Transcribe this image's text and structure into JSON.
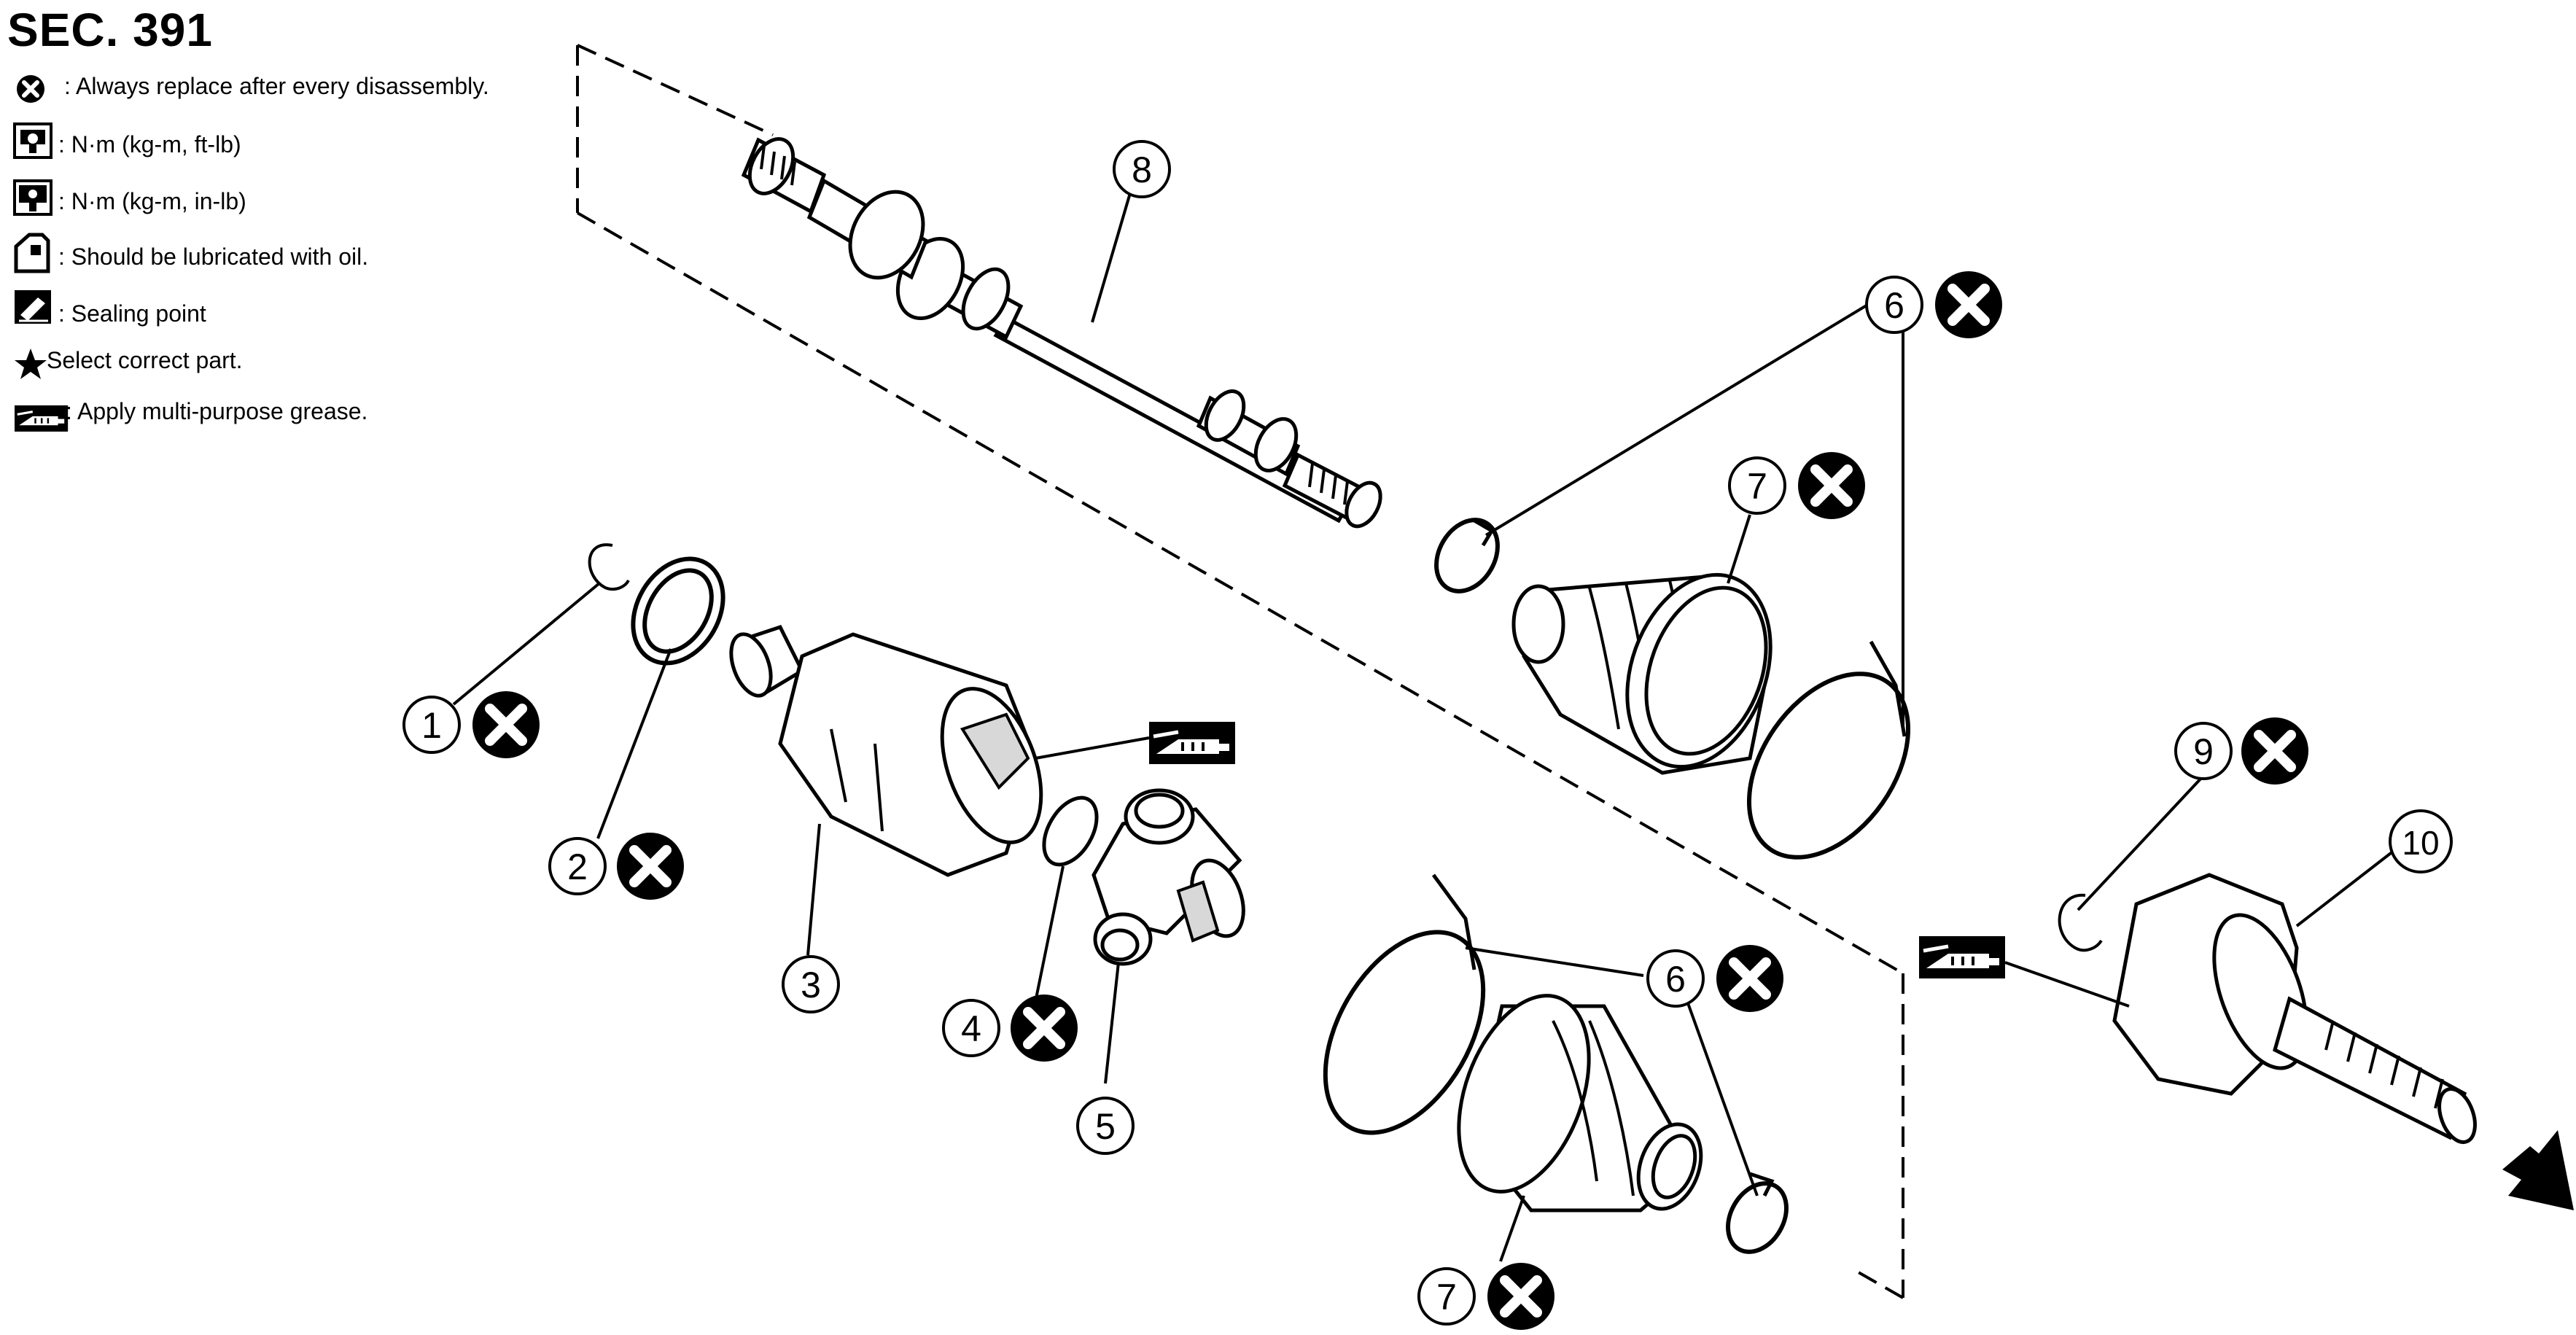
{
  "header": {
    "title": "SEC. 391"
  },
  "legend": {
    "items": [
      {
        "icon": "replace-x-icon",
        "text": ": Always replace after every disassembly."
      },
      {
        "icon": "torque-wrench-icon",
        "text": ": N·m (kg-m, ft-lb)"
      },
      {
        "icon": "torque-wrench-solid-icon",
        "text": ": N·m (kg-m, in-lb)"
      },
      {
        "icon": "oil-can-icon",
        "text": ": Should be lubricated with oil."
      },
      {
        "icon": "sealing-point-icon",
        "text": ": Sealing point"
      },
      {
        "icon": "star-icon",
        "text": "Select correct part."
      },
      {
        "icon": "grease-gun-icon",
        "text": " : Apply multi-purpose grease."
      }
    ]
  },
  "callouts": {
    "c1": "1",
    "c2": "2",
    "c3": "3",
    "c4": "4",
    "c5": "5",
    "c6a": "6",
    "c6b": "6",
    "c7a": "7",
    "c7b": "7",
    "c8": "8",
    "c9": "9",
    "c10": "10"
  },
  "colors": {
    "line": "#000000",
    "fill": "#ffffff",
    "shade": "#d8d8d8"
  }
}
